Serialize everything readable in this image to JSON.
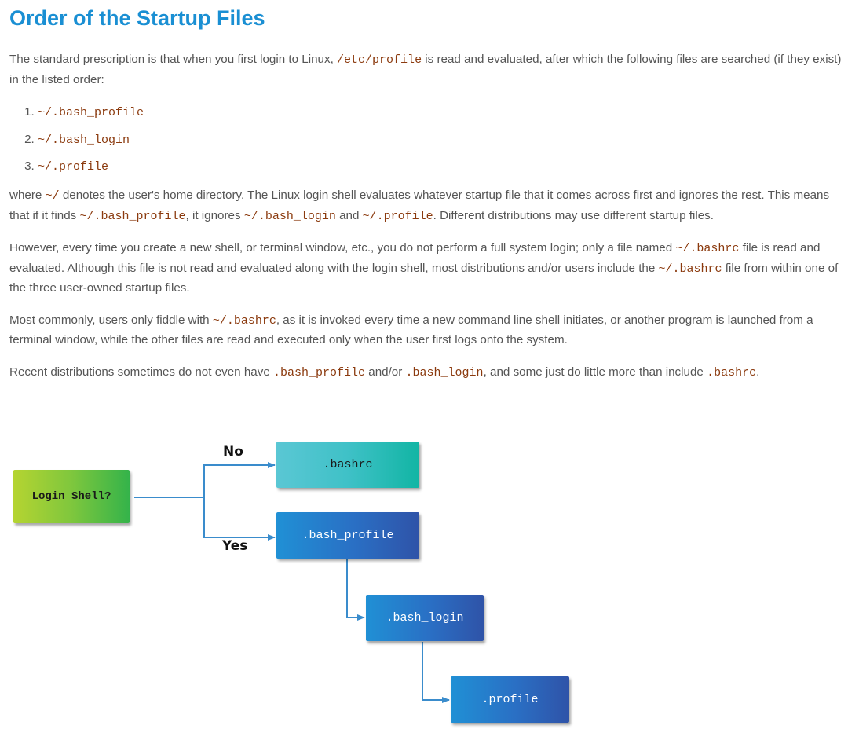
{
  "title": "Order of the Startup Files",
  "intro": {
    "before": "The standard prescription is that when you first login to Linux, ",
    "code": "/etc/profile",
    "after": " is read and evaluated, after which the following files are searched (if they exist) in the listed order:"
  },
  "startup_files": [
    "~/.bash_profile",
    "~/.bash_login",
    "~/.profile"
  ],
  "p2": {
    "t1": "where ",
    "c1": "~/",
    "t2": " denotes the user's home directory. The Linux login shell evaluates whatever startup file that it comes across first and ignores the rest. This means that if it finds ",
    "c2": "~/.bash_profile",
    "t3": ", it ignores ",
    "c3": "~/.bash_login",
    "t4": " and ",
    "c4": "~/.profile",
    "t5": ". Different distributions may use different startup files."
  },
  "p3": {
    "t1": "However, every time you create a new shell, or terminal window, etc., you do not perform a full system login; only a file named ",
    "c1": "~/.bashrc",
    "t2": " file is read and evaluated. Although this file is not read and evaluated along with the login shell, most distributions and/or users include the ",
    "c2": "~/.bashrc",
    "t3": " file from within one of the three user-owned startup files."
  },
  "p4": {
    "t1": "Most commonly, users only fiddle with ",
    "c1": "~/.bashrc",
    "t2": ", as it is invoked every time a new command line shell initiates, or another program is launched from a terminal window, while the other files are read and executed only when the user first logs onto the system."
  },
  "p5": {
    "t1": "Recent distributions sometimes do not even have ",
    "c1": ".bash_profile",
    "t2": " and/or ",
    "c2": ".bash_login",
    "t3": ", and some just do little more than include ",
    "c3": ".bashrc",
    "t4": "."
  },
  "diagram": {
    "decision": "Login Shell?",
    "no_label": "No",
    "yes_label": "Yes",
    "bashrc": ".bashrc",
    "bash_profile": ".bash_profile",
    "bash_login": ".bash_login",
    "profile": ".profile",
    "colors": {
      "line": "#3a8ccc",
      "decision_gradient": [
        "#b5d431",
        "#34b34a"
      ],
      "bashrc_gradient": [
        "#5ac7d4",
        "#12b5a4"
      ],
      "file_gradient": [
        "#2090d5",
        "#2f53a8"
      ]
    }
  }
}
